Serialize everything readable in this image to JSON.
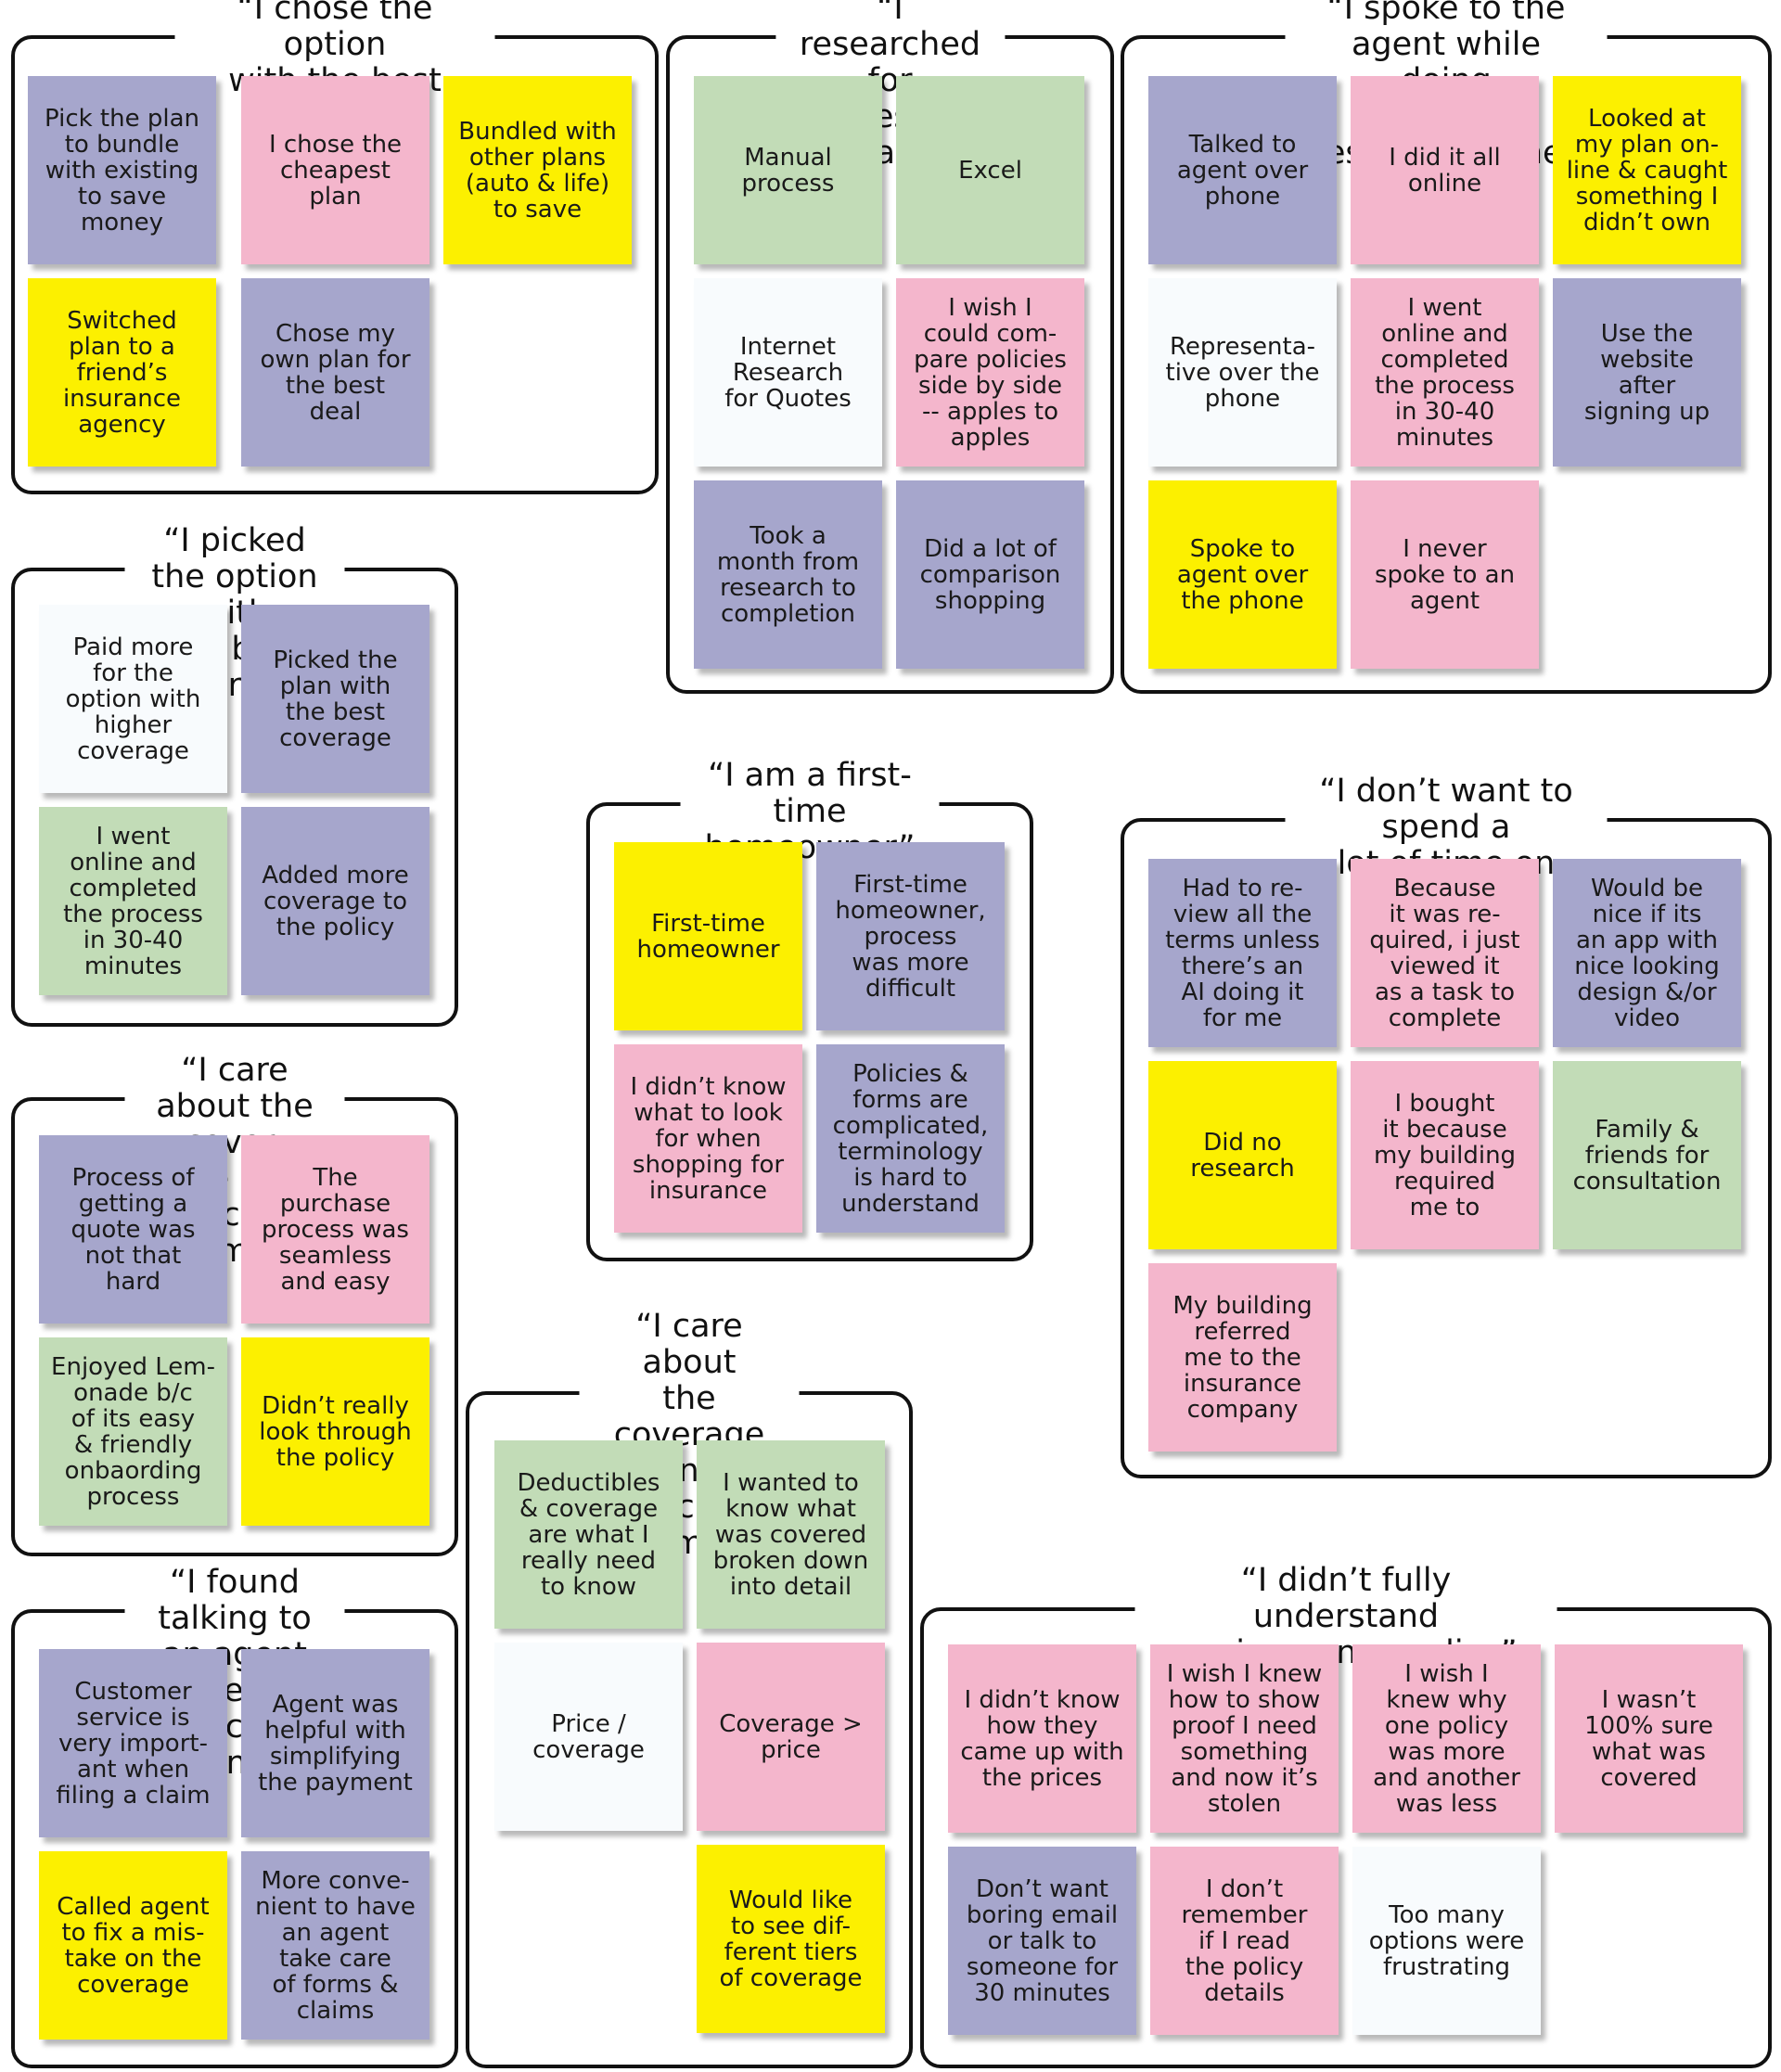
{
  "colors": {
    "purple": "#a6a6cc",
    "pink": "#f4b6cc",
    "yellow": "#fcf000",
    "green": "#c2dcb7",
    "white": "#f8fbfd"
  },
  "groups": [
    {
      "title": "“I chose the option\nwith the best value”",
      "notes": [
        {
          "text": "Pick the plan\nto bundle\nwith existing\nto save\nmoney",
          "color": "purple"
        },
        {
          "text": "I chose the\ncheapest\nplan",
          "color": "pink"
        },
        {
          "text": "Bundled with\nother plans\n(auto & life)\nto save",
          "color": "yellow"
        },
        {
          "text": "Switched\nplan to a\nfriend’s\ninsurance\nagency",
          "color": "yellow"
        },
        {
          "text": "Chose my\nown plan for\nthe best\ndeal",
          "color": "purple"
        }
      ]
    },
    {
      "title": "“I researched for\nquotes this way”",
      "notes": [
        {
          "text": "Manual\nprocess",
          "color": "green"
        },
        {
          "text": "Excel",
          "color": "green"
        },
        {
          "text": "Internet\nResearch\nfor Quotes",
          "color": "white"
        },
        {
          "text": "I wish I\ncould com-\npare policies\nside by side\n-- apples to\napples",
          "color": "pink"
        },
        {
          "text": "Took a\nmonth from\nresearch to\ncompletion",
          "color": "purple"
        },
        {
          "text": "Did a lot of\ncomparison\nshopping",
          "color": "purple"
        }
      ]
    },
    {
      "title": "“I spoke to the agent while doing\nsome basic research online”",
      "notes": [
        {
          "text": "Talked to\nagent over\nphone",
          "color": "purple"
        },
        {
          "text": "I did it all\nonline",
          "color": "pink"
        },
        {
          "text": "Looked at\nmy plan on-\nline & caught\nsomething I\ndidn’t own",
          "color": "yellow"
        },
        {
          "text": "Representa-\ntive over the\nphone",
          "color": "white"
        },
        {
          "text": "I went\nonline and\ncompleted\nthe process\nin 30-40\nminutes",
          "color": "pink"
        },
        {
          "text": "Use the\nwebsite\nafter\nsigning up",
          "color": "purple"
        },
        {
          "text": "Spoke to\nagent over\nthe phone",
          "color": "yellow"
        },
        {
          "text": "I never\nspoke to an\nagent",
          "color": "pink"
        }
      ]
    },
    {
      "title": "“I picked the option with\nthe best coverage”",
      "notes": [
        {
          "text": "Paid more\nfor the\noption with\nhigher\ncoverage",
          "color": "white"
        },
        {
          "text": "Picked the\nplan with\nthe best\ncoverage",
          "color": "purple"
        },
        {
          "text": "I went\nonline and\ncompleted\nthe process\nin 30-40\nminutes",
          "color": "green"
        },
        {
          "text": "Added more\ncoverage to\nthe policy",
          "color": "purple"
        }
      ]
    },
    {
      "title": "“I am a first-time\nhomeowner”",
      "notes": [
        {
          "text": "First-time\nhomeowner",
          "color": "yellow"
        },
        {
          "text": "First-time\nhomeowner,\nprocess\nwas more\ndifficult",
          "color": "purple"
        },
        {
          "text": "I didn’t know\nwhat to look\nfor when\nshopping for\ninsurance",
          "color": "pink"
        },
        {
          "text": "Policies &\nforms are\ncomplicated,\nterminology\nis hard to\nunderstand",
          "color": "purple"
        }
      ]
    },
    {
      "title": "“I don’t want to spend a\nlot of time on this”",
      "notes": [
        {
          "text": "Had to re-\nview all the\nterms unless\nthere’s an\nAI doing it\nfor me",
          "color": "purple"
        },
        {
          "text": "Because\nit was re-\nquired, i just\nviewed it\nas a task to\ncomplete",
          "color": "pink"
        },
        {
          "text": "Would be\nnice if its\nan app with\nnice looking\ndesign &/or\nvideo",
          "color": "purple"
        },
        {
          "text": "Did no\nresearch",
          "color": "yellow"
        },
        {
          "text": "I bought\nit because\nmy building\nrequired\nme to",
          "color": "pink"
        },
        {
          "text": "Family &\nfriends for\nconsultation",
          "color": "green"
        },
        {
          "text": "My building\nreferred\nme to the\ninsurance\ncompany",
          "color": "pink"
        }
      ]
    },
    {
      "title": "“I care about the cover-\nage and pricing the most”",
      "notes": [
        {
          "text": "Process of\ngetting a\nquote was\nnot that\nhard",
          "color": "purple"
        },
        {
          "text": "The\npurchase\nprocess was\nseamless\nand easy",
          "color": "pink"
        },
        {
          "text": "Enjoyed Lem-\nonade b/c\nof its easy\n& friendly\nonbaording\nprocess",
          "color": "green"
        },
        {
          "text": "Didn’t really\nlook through\nthe policy",
          "color": "yellow"
        }
      ]
    },
    {
      "title": "“I care about\nthe coverage and\npricing the most”",
      "notes": [
        {
          "text": "Deductibles\n& coverage\nare what I\nreally need\nto know",
          "color": "green"
        },
        {
          "text": "I wanted to\nknow what\nwas covered\nbroken down\ninto detail",
          "color": "green"
        },
        {
          "text": "Price /\ncoverage",
          "color": "white"
        },
        {
          "text": "Coverage >\nprice",
          "color": "pink"
        },
        {
          "text": "Would like\nto see dif-\nferent tiers\nof coverage",
          "color": "yellow"
        }
      ]
    },
    {
      "title": "“I found talking to an agent\ngave me peace of mind”",
      "notes": [
        {
          "text": "Customer\nservice is\nvery import-\nant when\nfiling a claim",
          "color": "purple"
        },
        {
          "text": "Agent was\nhelpful with\nsimplifying\nthe payment",
          "color": "purple"
        },
        {
          "text": "Called agent\nto fix a mis-\ntake on the\ncoverage",
          "color": "yellow"
        },
        {
          "text": "More conve-\nnient to have\nan agent\ntake care\nof forms &\nclaims",
          "color": "purple"
        }
      ]
    },
    {
      "title": "“I didn’t fully understand\nmy insurance policy”",
      "notes": [
        {
          "text": "I didn’t know\nhow they\ncame up with\nthe prices",
          "color": "pink"
        },
        {
          "text": "I wish I knew\nhow to show\nproof I need\nsomething\nand now it’s\nstolen",
          "color": "pink"
        },
        {
          "text": "I wish I\nknew why\none policy\nwas more\nand another\nwas less",
          "color": "pink"
        },
        {
          "text": "I wasn’t\n100% sure\nwhat was\ncovered",
          "color": "pink"
        },
        {
          "text": "Don’t want\nboring email\nor talk to\nsomeone for\n30 minutes",
          "color": "purple"
        },
        {
          "text": "I don’t\nremember\nif I read\nthe policy\ndetails",
          "color": "pink"
        },
        {
          "text": "Too many\noptions were\nfrustrating",
          "color": "white"
        }
      ]
    }
  ]
}
